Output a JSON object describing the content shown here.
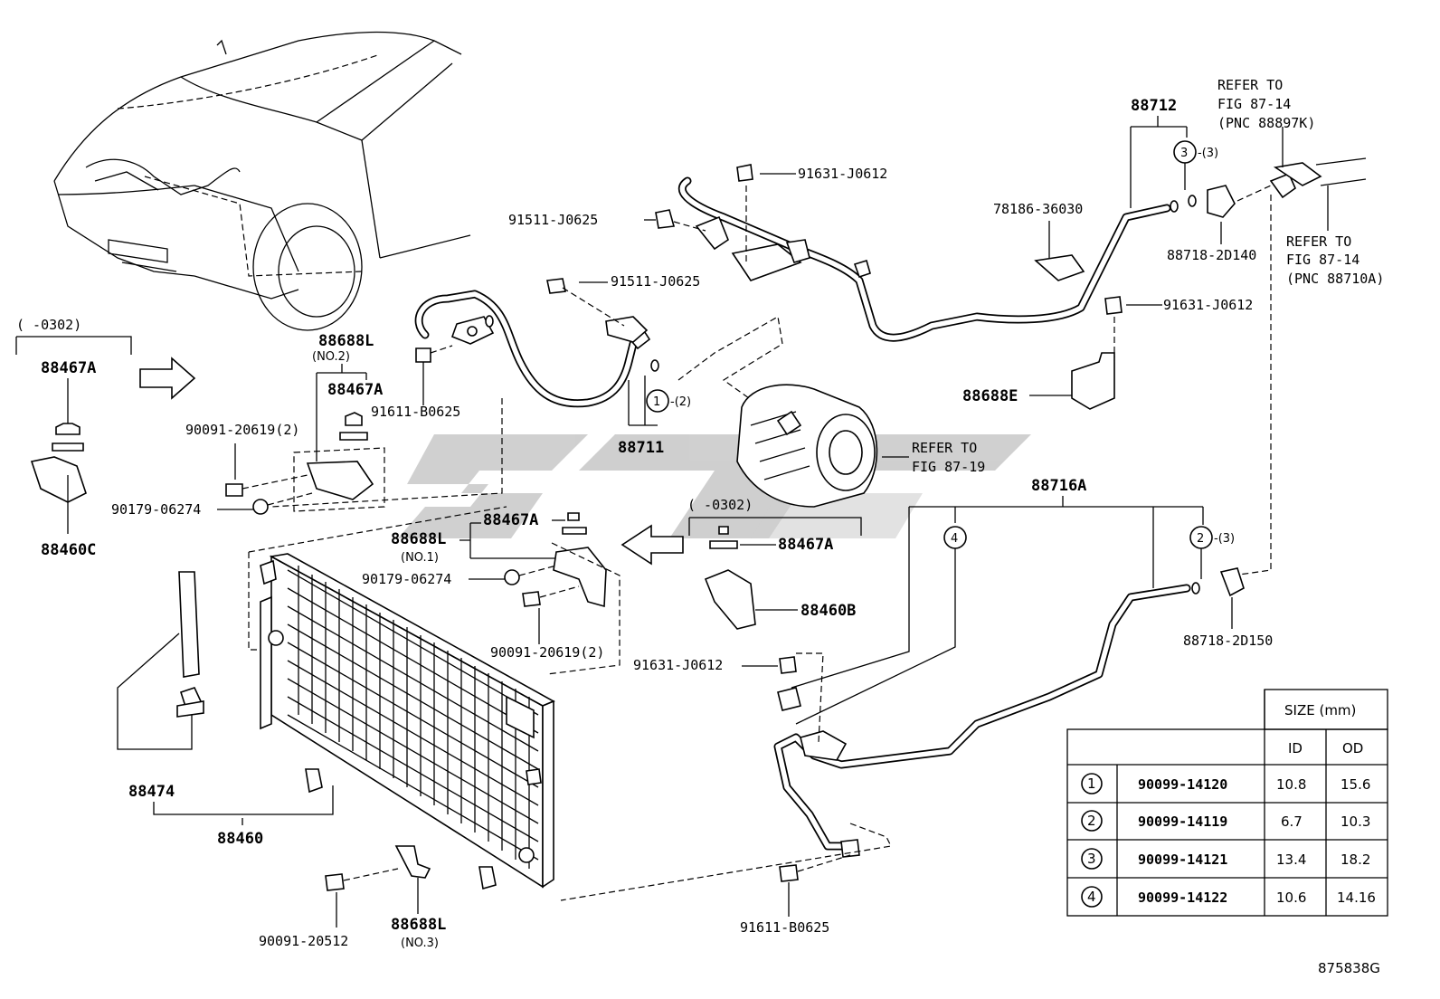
{
  "diagram_id": "875838G",
  "watermark": "ET",
  "callouts": {
    "range_left": "( -0302)",
    "range_center": "( -0302)",
    "p88467A_left": "88467A",
    "p88460C": "88460C",
    "p88688L_no2": "88688L",
    "p88688L_no2_sub": "(NO.2)",
    "p88467A_no2": "88467A",
    "p90091_20619_2_top": "90091-20619(2)",
    "p90179_06274_top": "90179-06274",
    "p91611_B0625_top": "91611-B0625",
    "p91511_J0625_a": "91511-J0625",
    "p91511_J0625_b": "91511-J0625",
    "p91631_J0612_top": "91631-J0612",
    "p88711": "88711",
    "circ_1": "1",
    "circ_1_qty": "-(2)",
    "p78186_36030": "78186-36030",
    "p88712": "88712",
    "circ_3": "3",
    "circ_3_qty": "-(3)",
    "refer_87_14_top": [
      "REFER TO",
      "FIG 87-14",
      "(PNC 88897K)"
    ],
    "refer_87_14_right": [
      "REFER TO",
      "FIG 87-14",
      "(PNC 88710A)"
    ],
    "p88718_2D140": "88718-2D140",
    "p91631_J0612_right": "91631-J0612",
    "p88688E": "88688E",
    "refer_87_19": [
      "REFER TO",
      "FIG 87-19"
    ],
    "p88716A": "88716A",
    "circ_4": "4",
    "circ_2": "2",
    "circ_2_qty": "-(3)",
    "p88718_2D150": "88718-2D150",
    "p88467A_mid": "88467A",
    "p88688L_no1": "88688L",
    "p88688L_no1_sub": "(NO.1)",
    "p90179_06274_mid": "90179-06274",
    "p90091_20619_2_mid": "90091-20619(2)",
    "p88467A_right": "88467A",
    "p88460B": "88460B",
    "p91631_J0612_mid": "91631-J0612",
    "p88474": "88474",
    "p88460": "88460",
    "p90091_20512": "90091-20512",
    "p88688L_no3": "88688L",
    "p88688L_no3_sub": "(NO.3)",
    "p91611_B0625_bottom": "91611-B0625"
  },
  "size_table": {
    "header": "SIZE (mm)",
    "col_id": "ID",
    "col_od": "OD",
    "rows": [
      {
        "ref": "1",
        "part": "90099-14120",
        "id": "10.8",
        "od": "15.6"
      },
      {
        "ref": "2",
        "part": "90099-14119",
        "id": "6.7",
        "od": "10.3"
      },
      {
        "ref": "3",
        "part": "90099-14121",
        "id": "13.4",
        "od": "18.2"
      },
      {
        "ref": "4",
        "part": "90099-14122",
        "id": "10.6",
        "od": "14.16"
      }
    ]
  }
}
